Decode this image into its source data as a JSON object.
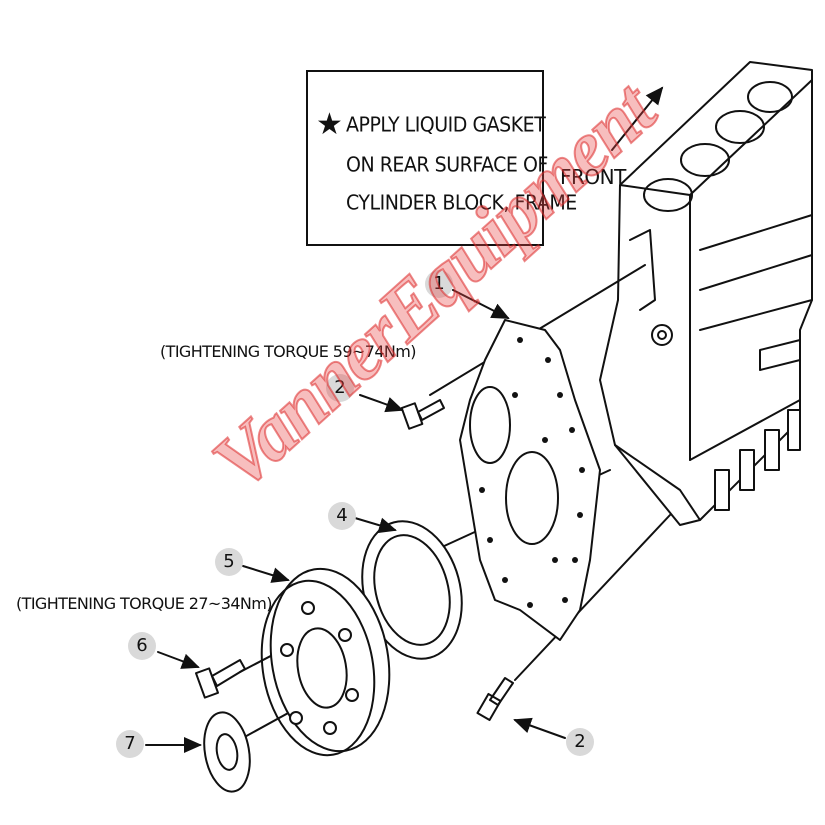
{
  "note": {
    "icon": "star-icon",
    "lines": [
      "APPLY LIQUID GASKET",
      "ON REAR SURFACE OF",
      "CYLINDER BLOCK, FRAME"
    ]
  },
  "front_label": "FRONT",
  "torque_labels": {
    "bolt_2": "(TIGHTENING TORQUE 59~74Nm)",
    "bolt_6": "(TIGHTENING TORQUE 27~34Nm)"
  },
  "callouts": {
    "c1": "1",
    "c2_top": "2",
    "c2_bottom": "2",
    "c4": "4",
    "c5": "5",
    "c6": "6",
    "c7": "7"
  },
  "watermark": "VannerEquipment",
  "colors": {
    "ink": "#111111",
    "callout_fill": "#d9d9d9",
    "watermark": "#e84646"
  }
}
